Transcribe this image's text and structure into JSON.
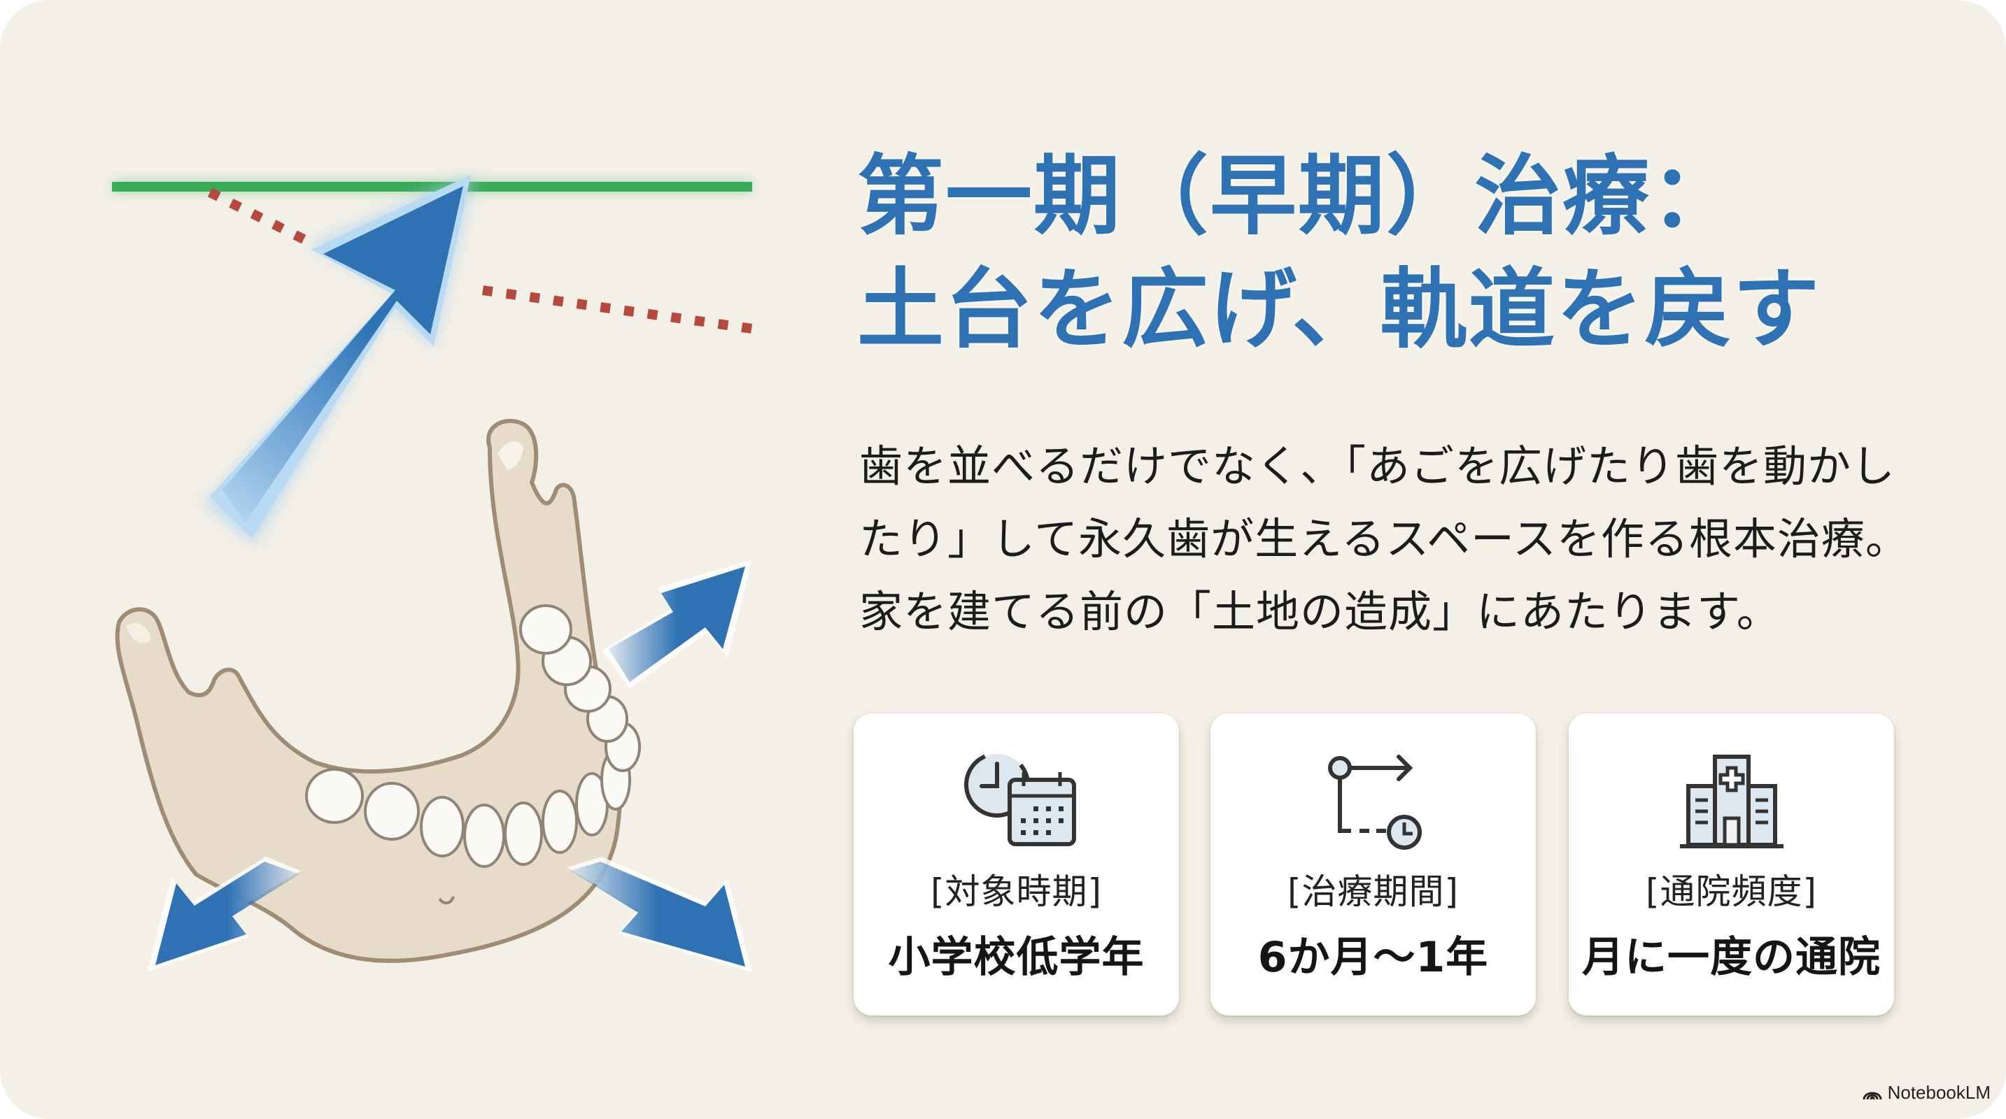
{
  "title": {
    "line1": "第一期（早期）治療：",
    "line2": "土台を広げ、軌道を戻す"
  },
  "description": {
    "line1": "歯を並べるだけでなく、「あごを広げたり歯を動かし",
    "line2": "たり」して永久歯が生えるスペースを作る根本治療。",
    "line3": "家を建てる前の「土地の造成」にあたります。"
  },
  "illustration": {
    "subject": "lower-jaw-mandible-with-expansion-arrows",
    "target_line_color": "#3aaa57",
    "dashed_line_color": "#b5493f",
    "arrow_color": "#2f72b4"
  },
  "cards": [
    {
      "icon": "clock-calendar-icon",
      "label": "[対象時期]",
      "value": "小学校低学年"
    },
    {
      "icon": "timeline-clock-icon",
      "label": "[治療期間]",
      "value": "6か月〜1年"
    },
    {
      "icon": "hospital-icon",
      "label": "[通院頻度]",
      "value": "月に一度の通院"
    }
  ],
  "watermark": {
    "icon": "notebooklm-logo-icon",
    "text": "NotebookLM"
  },
  "colors": {
    "background": "#f3f0e7",
    "title": "#2f72b4",
    "body_text": "#1c1c1c",
    "card_bg": "#ffffff",
    "icon_fill": "#dce7f0",
    "icon_stroke": "#333333"
  }
}
